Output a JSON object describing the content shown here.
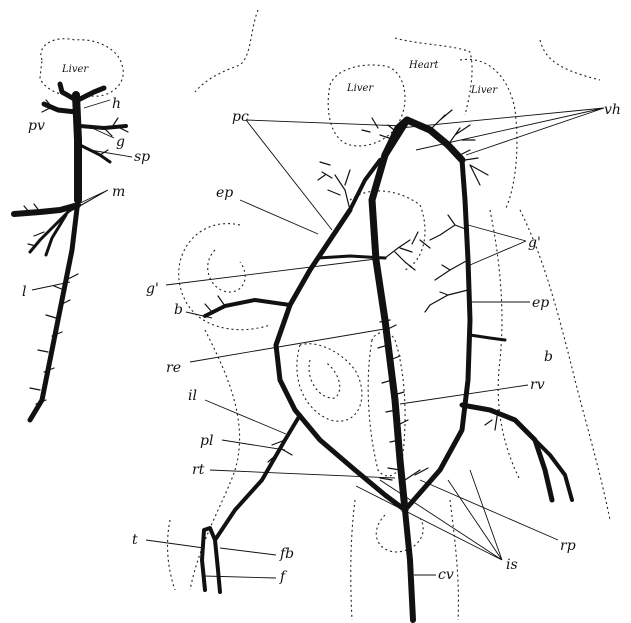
{
  "labels": {
    "liver_small": "Liver",
    "heart": "Heart",
    "liver_left": "Liver",
    "liver_right": "Liver",
    "pv": "pv",
    "h": "h",
    "g_small": "g",
    "sp": "sp",
    "m": "m",
    "l": "l",
    "pc": "pc",
    "vh": "vh",
    "ep_left": "ep",
    "g_prime_right": "g'",
    "g_prime_left": "g'",
    "ep_right": "ep",
    "b_left": "b",
    "b_right": "b",
    "re": "re",
    "rv": "rv",
    "il": "il",
    "pl": "pl",
    "rt": "rt",
    "rp": "rp",
    "t_upper": "t",
    "fb": "fb",
    "t_lower": "f",
    "is": "is",
    "cv": "cv"
  }
}
